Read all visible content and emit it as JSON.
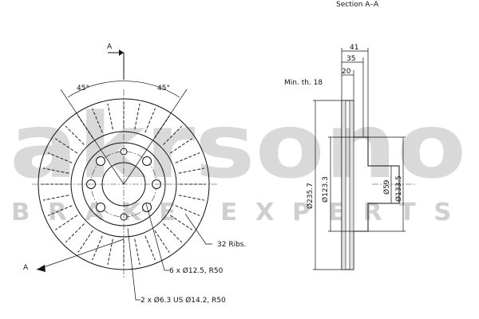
{
  "watermark": {
    "brand": "akrsono",
    "tagline": "BRAKE EXPERTS"
  },
  "front_view": {
    "section_marker": "A",
    "angle_left": "45°",
    "angle_right": "45°",
    "ribs_note": "32 Ribs.",
    "bolt_holes_note": "6 x Ø12.5, R50",
    "small_holes_note": "2 x Ø6.3 US Ø14.2, R50"
  },
  "section_view": {
    "title": "Section A–A",
    "min_thickness": "Min. th. 18",
    "dim_41": "41",
    "dim_35": "35",
    "dim_20": "20",
    "dia_outer": "Ø235.7",
    "dia_hub_outer": "Ø123.3",
    "dia_center": "Ø59",
    "dia_hat": "Ø133.5"
  }
}
